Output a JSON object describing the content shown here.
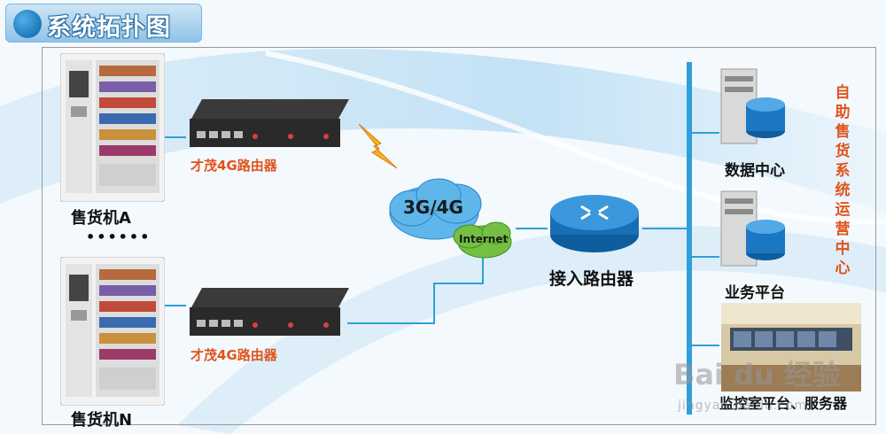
{
  "title": "系统拓扑图",
  "vending": {
    "a_label": "售货机A",
    "n_label": "售货机N",
    "dots": "••••••"
  },
  "router": {
    "top_label": "才茂4G路由器",
    "bottom_label": "才茂4G路由器"
  },
  "cloud": {
    "main": "3G/4G",
    "internet": "Internet"
  },
  "access_router": "接入路由器",
  "servers": {
    "data_center": "数据中心",
    "business_platform": "业务平台",
    "monitor": "监控室平台、服务器"
  },
  "operation_center": [
    "自",
    "助",
    "售",
    "货",
    "系",
    "统",
    "运",
    "营",
    "中",
    "心"
  ],
  "watermark": {
    "brand": "Bai du 经验",
    "url": "jingyan.baidu.com"
  },
  "colors": {
    "line": "#2f9fd8",
    "router_label": "#e0541c",
    "operation_label": "#e0541c"
  }
}
